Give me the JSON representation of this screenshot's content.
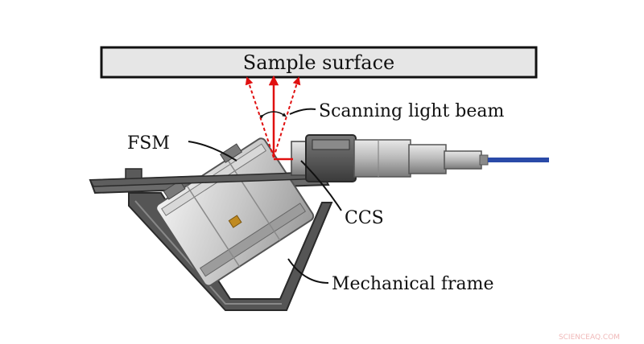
{
  "diagram": {
    "sample_surface_label": "Sample surface",
    "beam_label": "Scanning light beam",
    "fsm_label": "FSM",
    "ccs_label": "CCS",
    "frame_label": "Mechanical frame",
    "watermark": "SCIENCEAQ.COM"
  },
  "colors": {
    "beam": "#e01010",
    "fiber": "#2a4aa8",
    "frame": "#4a4a4a",
    "surface_fill": "#e6e6e6"
  }
}
